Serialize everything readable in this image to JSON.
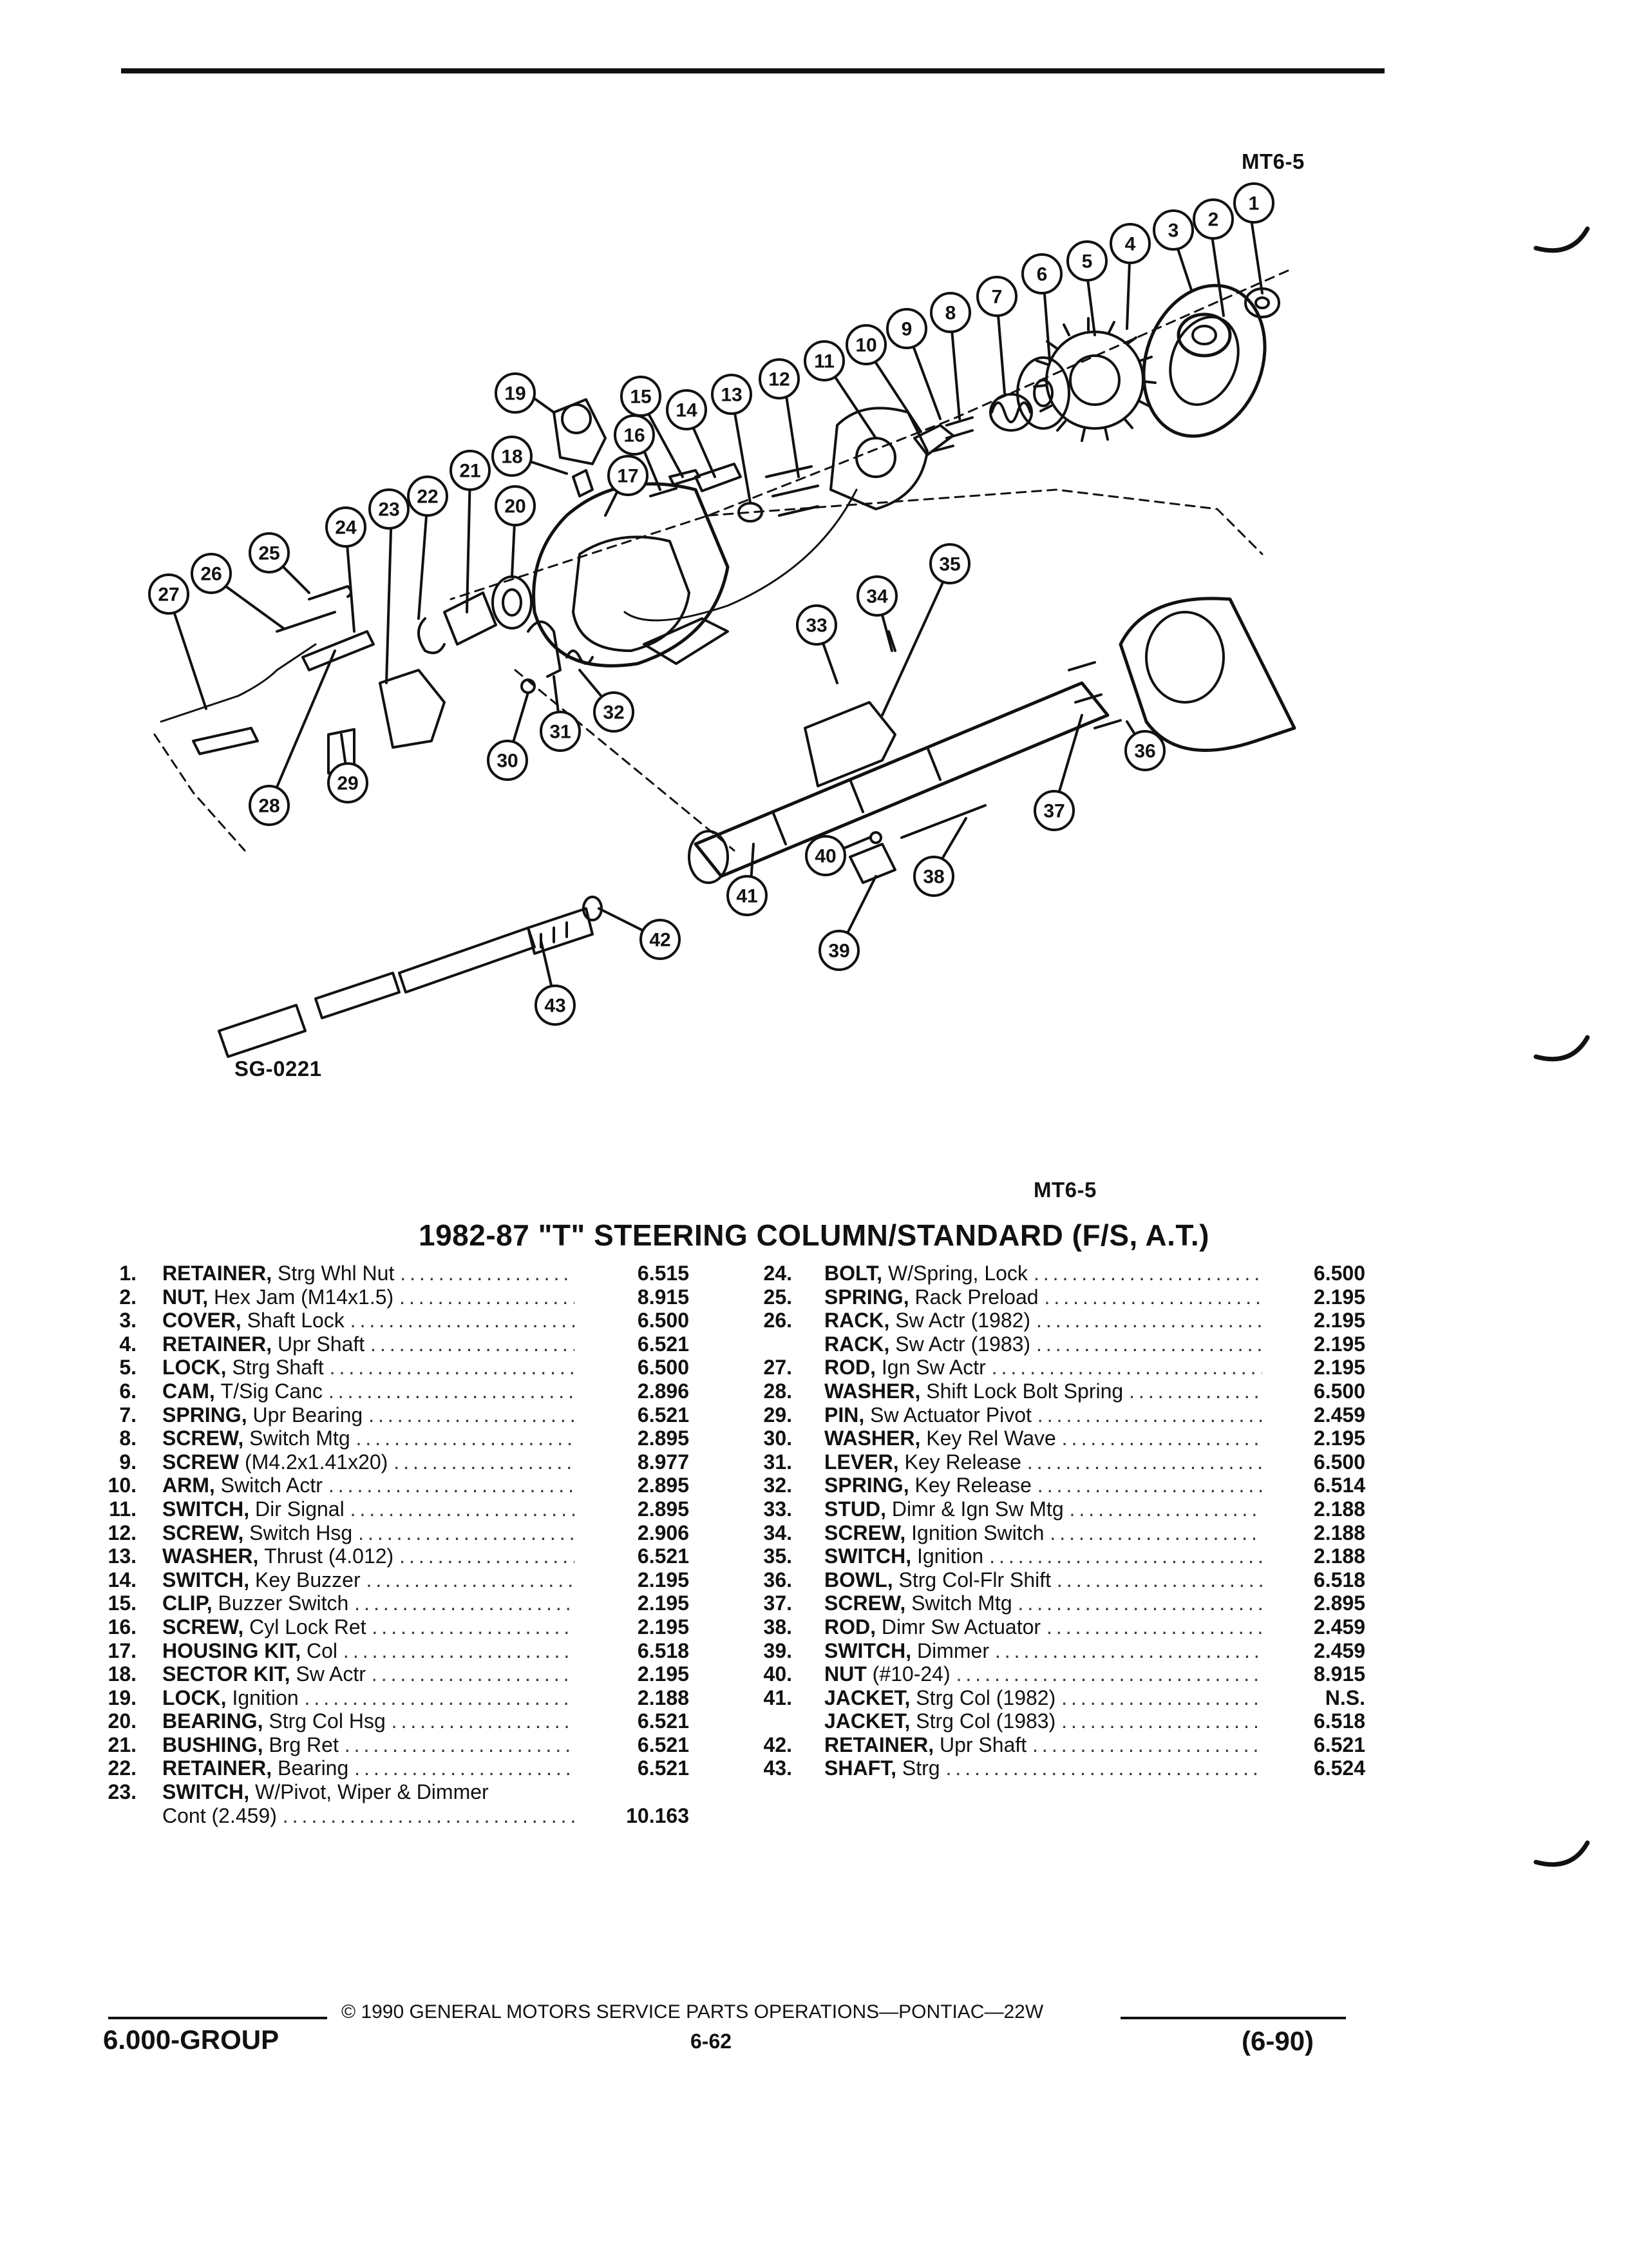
{
  "header": {
    "code_top": "MT6-5",
    "code_mid": "MT6-5"
  },
  "diagram": {
    "figure_id": "SG-0221",
    "callouts": [
      "1",
      "2",
      "3",
      "4",
      "5",
      "6",
      "7",
      "8",
      "9",
      "10",
      "11",
      "12",
      "13",
      "14",
      "15",
      "16",
      "17",
      "18",
      "19",
      "20",
      "21",
      "22",
      "23",
      "24",
      "25",
      "26",
      "27",
      "28",
      "29",
      "30",
      "31",
      "32",
      "33",
      "34",
      "35",
      "36",
      "37",
      "38",
      "39",
      "40",
      "41",
      "42",
      "43"
    ]
  },
  "title": "1982-87 \"T\" STEERING COLUMN/STANDARD (F/S, A.T.)",
  "parts_left": [
    {
      "num": "1.",
      "name": "RETAINER,",
      "desc": "Strg Whl Nut",
      "value": "6.515"
    },
    {
      "num": "2.",
      "name": "NUT,",
      "desc": "Hex Jam (M14x1.5)",
      "value": "8.915"
    },
    {
      "num": "3.",
      "name": "COVER,",
      "desc": "Shaft Lock",
      "value": "6.500"
    },
    {
      "num": "4.",
      "name": "RETAINER,",
      "desc": "Upr Shaft",
      "value": "6.521"
    },
    {
      "num": "5.",
      "name": "LOCK,",
      "desc": "Strg Shaft",
      "value": "6.500"
    },
    {
      "num": "6.",
      "name": "CAM,",
      "desc": "T/Sig Canc",
      "value": "2.896"
    },
    {
      "num": "7.",
      "name": "SPRING,",
      "desc": "Upr Bearing",
      "value": "6.521"
    },
    {
      "num": "8.",
      "name": "SCREW,",
      "desc": "Switch Mtg",
      "value": "2.895"
    },
    {
      "num": "9.",
      "name": "SCREW",
      "desc": "(M4.2x1.41x20)",
      "value": "8.977"
    },
    {
      "num": "10.",
      "name": "ARM,",
      "desc": "Switch Actr",
      "value": "2.895"
    },
    {
      "num": "11.",
      "name": "SWITCH,",
      "desc": "Dir Signal",
      "value": "2.895"
    },
    {
      "num": "12.",
      "name": "SCREW,",
      "desc": "Switch Hsg",
      "value": "2.906"
    },
    {
      "num": "13.",
      "name": "WASHER,",
      "desc": "Thrust (4.012)",
      "value": "6.521"
    },
    {
      "num": "14.",
      "name": "SWITCH,",
      "desc": "Key Buzzer",
      "value": "2.195"
    },
    {
      "num": "15.",
      "name": "CLIP,",
      "desc": "Buzzer Switch",
      "value": "2.195"
    },
    {
      "num": "16.",
      "name": "SCREW,",
      "desc": "Cyl Lock Ret",
      "value": "2.195"
    },
    {
      "num": "17.",
      "name": "HOUSING KIT,",
      "desc": "Col",
      "value": "6.518"
    },
    {
      "num": "18.",
      "name": "SECTOR KIT,",
      "desc": "Sw Actr",
      "value": "2.195"
    },
    {
      "num": "19.",
      "name": "LOCK,",
      "desc": "Ignition",
      "value": "2.188"
    },
    {
      "num": "20.",
      "name": "BEARING,",
      "desc": "Strg Col Hsg",
      "value": "6.521"
    },
    {
      "num": "21.",
      "name": "BUSHING,",
      "desc": "Brg Ret",
      "value": "6.521"
    },
    {
      "num": "22.",
      "name": "RETAINER,",
      "desc": "Bearing",
      "value": "6.521"
    },
    {
      "num": "23.",
      "name": "SWITCH,",
      "desc": "W/Pivot, Wiper & Dimmer",
      "value": ""
    },
    {
      "num": "",
      "name": "",
      "desc": "Cont (2.459)",
      "value": "10.163"
    }
  ],
  "parts_right": [
    {
      "num": "24.",
      "name": "BOLT,",
      "desc": "W/Spring, Lock",
      "value": "6.500"
    },
    {
      "num": "25.",
      "name": "SPRING,",
      "desc": "Rack Preload",
      "value": "2.195"
    },
    {
      "num": "26.",
      "name": "RACK,",
      "desc": "Sw Actr (1982)",
      "value": "2.195"
    },
    {
      "num": "",
      "name": "RACK,",
      "desc": "Sw Actr (1983)",
      "value": "2.195"
    },
    {
      "num": "27.",
      "name": "ROD,",
      "desc": "Ign Sw Actr",
      "value": "2.195"
    },
    {
      "num": "28.",
      "name": "WASHER,",
      "desc": "Shift Lock Bolt Spring",
      "value": "6.500"
    },
    {
      "num": "29.",
      "name": "PIN,",
      "desc": "Sw Actuator Pivot",
      "value": "2.459"
    },
    {
      "num": "30.",
      "name": "WASHER,",
      "desc": "Key Rel Wave",
      "value": "2.195"
    },
    {
      "num": "31.",
      "name": "LEVER,",
      "desc": "Key Release",
      "value": "6.500"
    },
    {
      "num": "32.",
      "name": "SPRING,",
      "desc": "Key Release",
      "value": "6.514"
    },
    {
      "num": "33.",
      "name": "STUD,",
      "desc": "Dimr & Ign Sw Mtg",
      "value": "2.188"
    },
    {
      "num": "34.",
      "name": "SCREW,",
      "desc": "Ignition Switch",
      "value": "2.188"
    },
    {
      "num": "35.",
      "name": "SWITCH,",
      "desc": "Ignition",
      "value": "2.188"
    },
    {
      "num": "36.",
      "name": "BOWL,",
      "desc": "Strg Col-Flr Shift",
      "value": "6.518"
    },
    {
      "num": "37.",
      "name": "SCREW,",
      "desc": "Switch Mtg",
      "value": "2.895"
    },
    {
      "num": "38.",
      "name": "ROD,",
      "desc": "Dimr Sw Actuator",
      "value": "2.459"
    },
    {
      "num": "39.",
      "name": "SWITCH,",
      "desc": "Dimmer",
      "value": "2.459"
    },
    {
      "num": "40.",
      "name": "NUT",
      "desc": "(#10-24)",
      "value": "8.915"
    },
    {
      "num": "41.",
      "name": "JACKET,",
      "desc": "Strg Col (1982)",
      "value": "N.S."
    },
    {
      "num": "",
      "name": "JACKET,",
      "desc": "Strg Col (1983)",
      "value": "6.518"
    },
    {
      "num": "42.",
      "name": "RETAINER,",
      "desc": "Upr Shaft",
      "value": "6.521"
    },
    {
      "num": "43.",
      "name": "SHAFT,",
      "desc": "Strg",
      "value": "6.524"
    }
  ],
  "footer": {
    "copyright": "© 1990 GENERAL MOTORS SERVICE PARTS OPERATIONS—PONTIAC—22W",
    "group": "6.000-GROUP",
    "page": "6-62",
    "date": "(6-90)"
  }
}
